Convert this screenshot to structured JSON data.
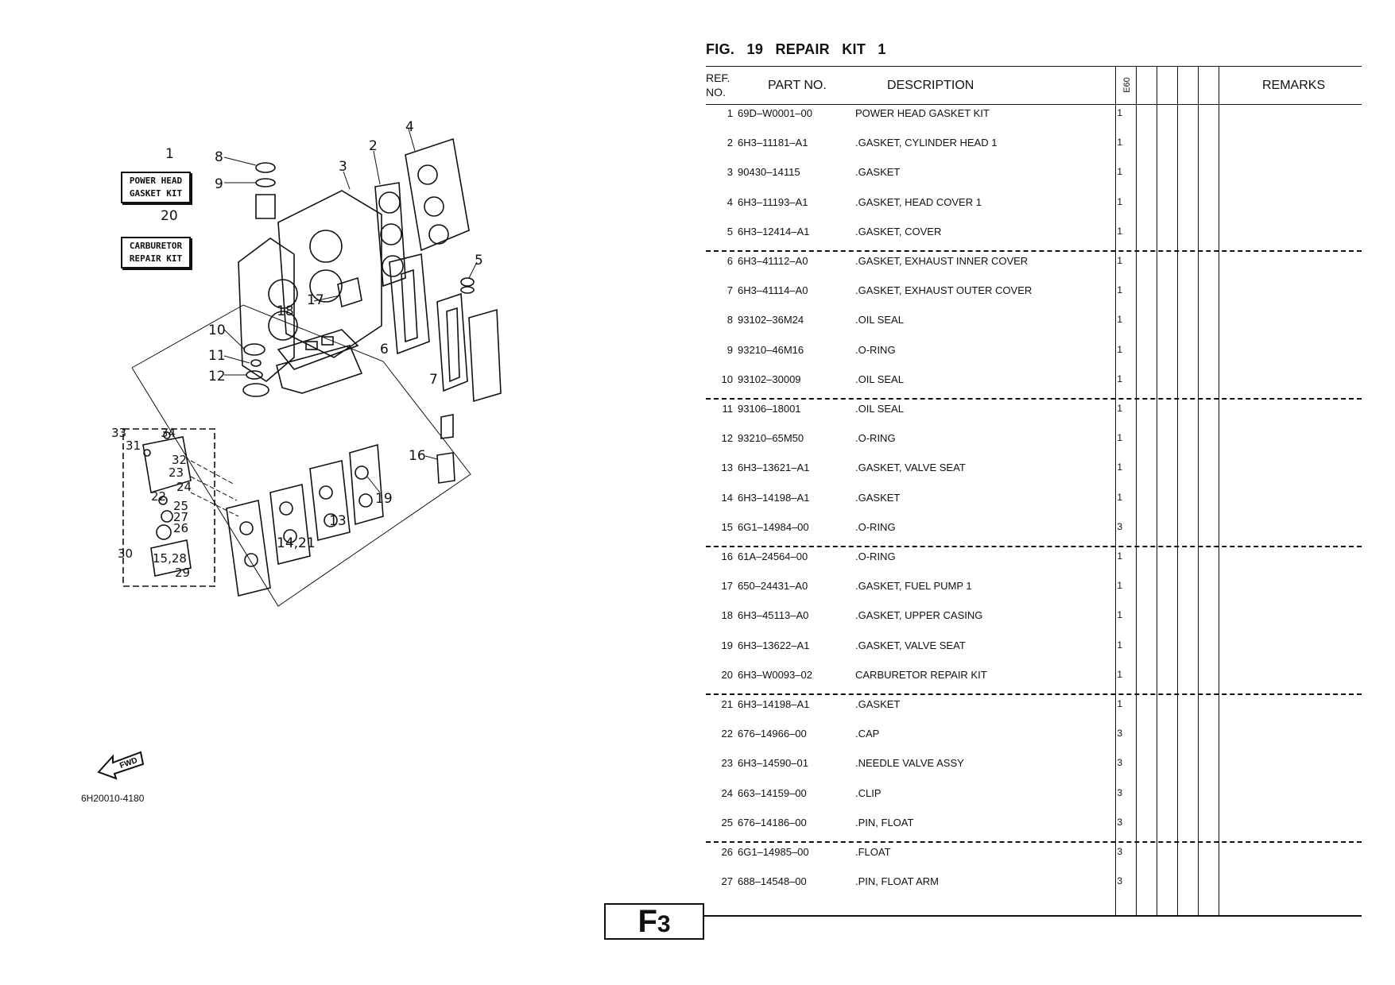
{
  "figure": {
    "label": "FIG.",
    "number": "19",
    "title": "REPAIR KIT 1"
  },
  "headers": {
    "ref_line1": "REF.",
    "ref_line2": "NO.",
    "part_no": "PART NO.",
    "description": "DESCRIPTION",
    "model": "E60",
    "remarks": "REMARKS"
  },
  "parts": [
    {
      "ref": "1",
      "part": "69D–W0001–00",
      "desc": "POWER HEAD GASKET KIT",
      "qty": "1"
    },
    {
      "ref": "2",
      "part": "6H3–11181–A1",
      "desc": ".GASKET, CYLINDER HEAD 1",
      "qty": "1"
    },
    {
      "ref": "3",
      "part": "90430–14115",
      "desc": ".GASKET",
      "qty": "1"
    },
    {
      "ref": "4",
      "part": "6H3–11193–A1",
      "desc": ".GASKET, HEAD COVER 1",
      "qty": "1"
    },
    {
      "ref": "5",
      "part": "6H3–12414–A1",
      "desc": ".GASKET, COVER",
      "qty": "1"
    },
    {
      "ref": "6",
      "part": "6H3–41112–A0",
      "desc": ".GASKET, EXHAUST INNER COVER",
      "qty": "1"
    },
    {
      "ref": "7",
      "part": "6H3–41114–A0",
      "desc": ".GASKET, EXHAUST OUTER COVER",
      "qty": "1"
    },
    {
      "ref": "8",
      "part": "93102–36M24",
      "desc": ".OIL SEAL",
      "qty": "1"
    },
    {
      "ref": "9",
      "part": "93210–46M16",
      "desc": ".O-RING",
      "qty": "1"
    },
    {
      "ref": "10",
      "part": "93102–30009",
      "desc": ".OIL SEAL",
      "qty": "1"
    },
    {
      "ref": "11",
      "part": "93106–18001",
      "desc": ".OIL SEAL",
      "qty": "1"
    },
    {
      "ref": "12",
      "part": "93210–65M50",
      "desc": ".O-RING",
      "qty": "1"
    },
    {
      "ref": "13",
      "part": "6H3–13621–A1",
      "desc": ".GASKET, VALVE SEAT",
      "qty": "1"
    },
    {
      "ref": "14",
      "part": "6H3–14198–A1",
      "desc": ".GASKET",
      "qty": "1"
    },
    {
      "ref": "15",
      "part": "6G1–14984–00",
      "desc": ".O-RING",
      "qty": "3"
    },
    {
      "ref": "16",
      "part": "61A–24564–00",
      "desc": ".O-RING",
      "qty": "1"
    },
    {
      "ref": "17",
      "part": "650–24431–A0",
      "desc": ".GASKET, FUEL PUMP 1",
      "qty": "1"
    },
    {
      "ref": "18",
      "part": "6H3–45113–A0",
      "desc": ".GASKET, UPPER CASING",
      "qty": "1"
    },
    {
      "ref": "19",
      "part": "6H3–13622–A1",
      "desc": ".GASKET, VALVE SEAT",
      "qty": "1"
    },
    {
      "ref": "20",
      "part": "6H3–W0093–02",
      "desc": "CARBURETOR REPAIR KIT",
      "qty": "1"
    },
    {
      "ref": "21",
      "part": "6H3–14198–A1",
      "desc": ".GASKET",
      "qty": "1"
    },
    {
      "ref": "22",
      "part": "676–14966–00",
      "desc": ".CAP",
      "qty": "3"
    },
    {
      "ref": "23",
      "part": "6H3–14590–01",
      "desc": ".NEEDLE VALVE ASSY",
      "qty": "3"
    },
    {
      "ref": "24",
      "part": "663–14159–00",
      "desc": ".CLIP",
      "qty": "3"
    },
    {
      "ref": "25",
      "part": "676–14186–00",
      "desc": ".PIN, FLOAT",
      "qty": "3"
    },
    {
      "ref": "26",
      "part": "6G1–14985–00",
      "desc": ".FLOAT",
      "qty": "3"
    },
    {
      "ref": "27",
      "part": "688–14548–00",
      "desc": ".PIN, FLOAT ARM",
      "qty": "3"
    }
  ],
  "diagram": {
    "kit1": {
      "num": "1",
      "line1": "POWER HEAD",
      "line2": "GASKET KIT"
    },
    "kit20": {
      "num": "20",
      "line1": "CARBURETOR",
      "line2": "REPAIR KIT"
    },
    "callouts": [
      "8",
      "9",
      "3",
      "2",
      "4",
      "5",
      "17",
      "18",
      "6",
      "7",
      "10",
      "11",
      "12",
      "16",
      "19",
      "13",
      "14,21",
      "33",
      "31",
      "34",
      "32",
      "23",
      "24",
      "22",
      "25",
      "27",
      "26",
      "30",
      "15,28",
      "29"
    ],
    "fwd_label": "FWD",
    "code": "6H20010-4180"
  },
  "page_badge": {
    "letter": "F",
    "number": "3"
  }
}
